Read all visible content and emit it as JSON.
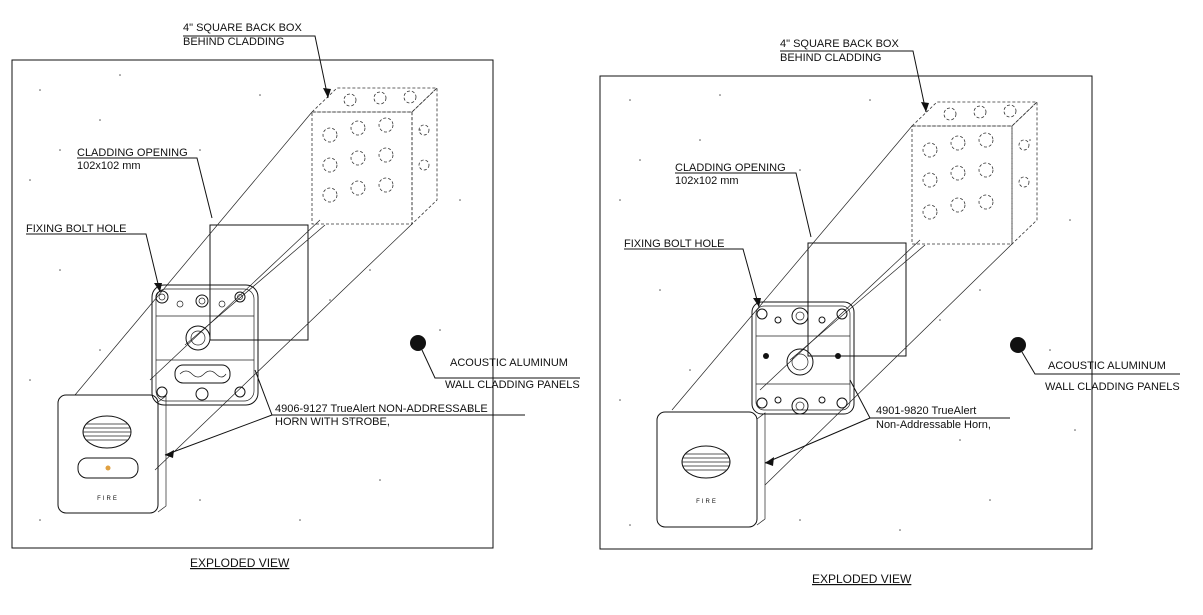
{
  "left_panel": {
    "back_box_line1": "4\" SQUARE BACK BOX",
    "back_box_line2": "BEHIND CLADDING",
    "opening_line1": "CLADDING OPENING",
    "opening_line2": "102x102 mm",
    "bolt_hole": "FIXING BOLT HOLE",
    "panel_line1": "ACOUSTIC ALUMINUM",
    "panel_line2": "WALL CLADDING PANELS",
    "device_line1": "4906-9127  TrueAlert NON-ADDRESSABLE",
    "device_line2": "HORN WITH STROBE,",
    "device_face_text": "FIRE",
    "caption": "EXPLODED VIEW"
  },
  "right_panel": {
    "back_box_line1": "4\" SQUARE BACK BOX",
    "back_box_line2": "BEHIND CLADDING",
    "opening_line1": "CLADDING OPENING",
    "opening_line2": "102x102 mm",
    "bolt_hole": "FIXING BOLT HOLE",
    "panel_line1": "ACOUSTIC ALUMINUM",
    "panel_line2": "WALL CLADDING PANELS",
    "device_line1": "4901-9820 TrueAlert",
    "device_line2": "Non-Addressable Horn,",
    "device_face_text": "FIRE",
    "caption": "EXPLODED VIEW"
  },
  "colors": {
    "line": "#111111",
    "strobe_lens": "#e0a040",
    "grille_accent": "#2a8a8a"
  }
}
